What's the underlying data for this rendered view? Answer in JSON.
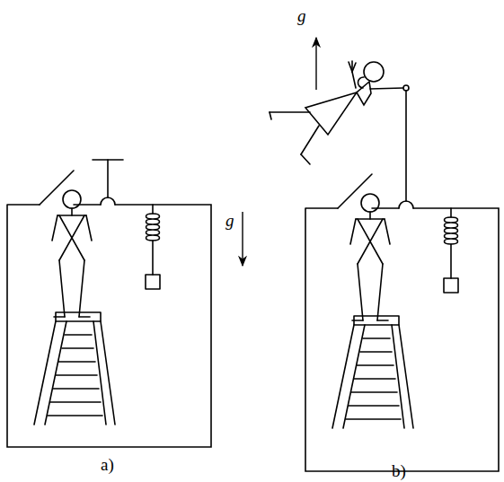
{
  "diagram": {
    "labels": [
      "g",
      "g",
      "a)",
      "b)"
    ]
  }
}
